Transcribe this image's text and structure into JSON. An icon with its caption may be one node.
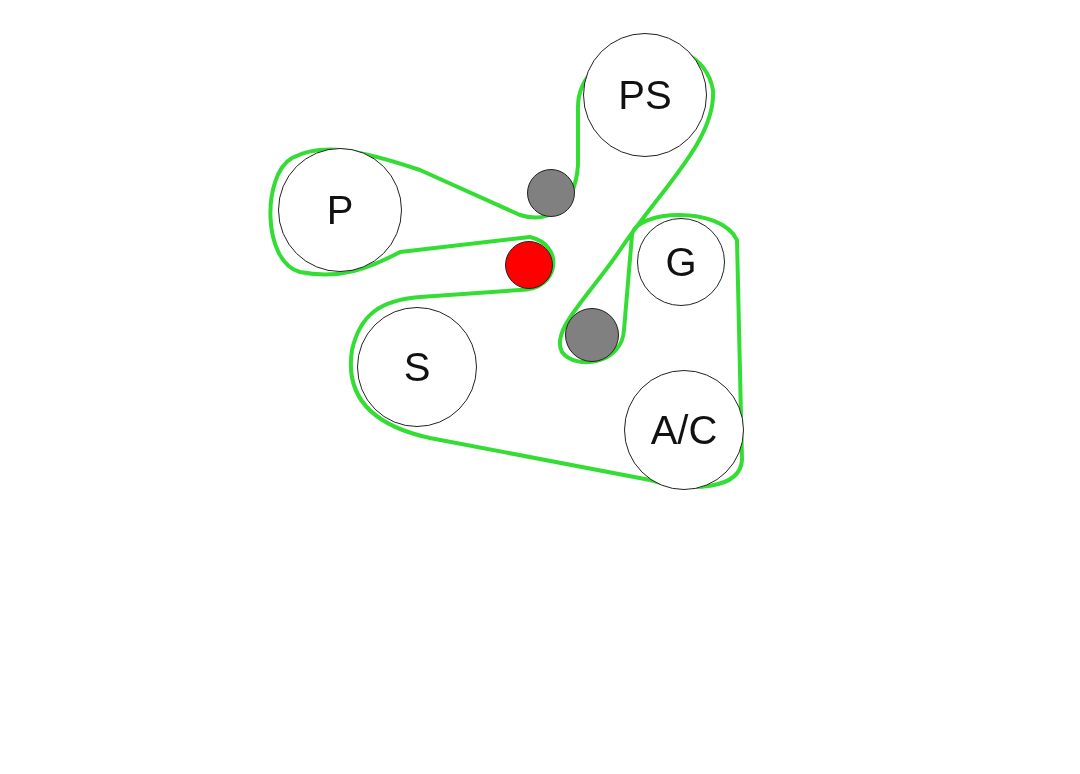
{
  "diagram": {
    "nodes": [
      {
        "text": [
          "PS"
        ]
      },
      {
        "text": [
          "P"
        ]
      },
      {
        "text": [],
        "shape": "circle"
      },
      {
        "text": [
          "G"
        ]
      },
      {
        "text": [],
        "shape": "circle"
      },
      {
        "text": [],
        "shape": "circle"
      },
      {
        "text": [
          "S"
        ]
      },
      {
        "text": [
          "A/C"
        ]
      }
    ]
  }
}
